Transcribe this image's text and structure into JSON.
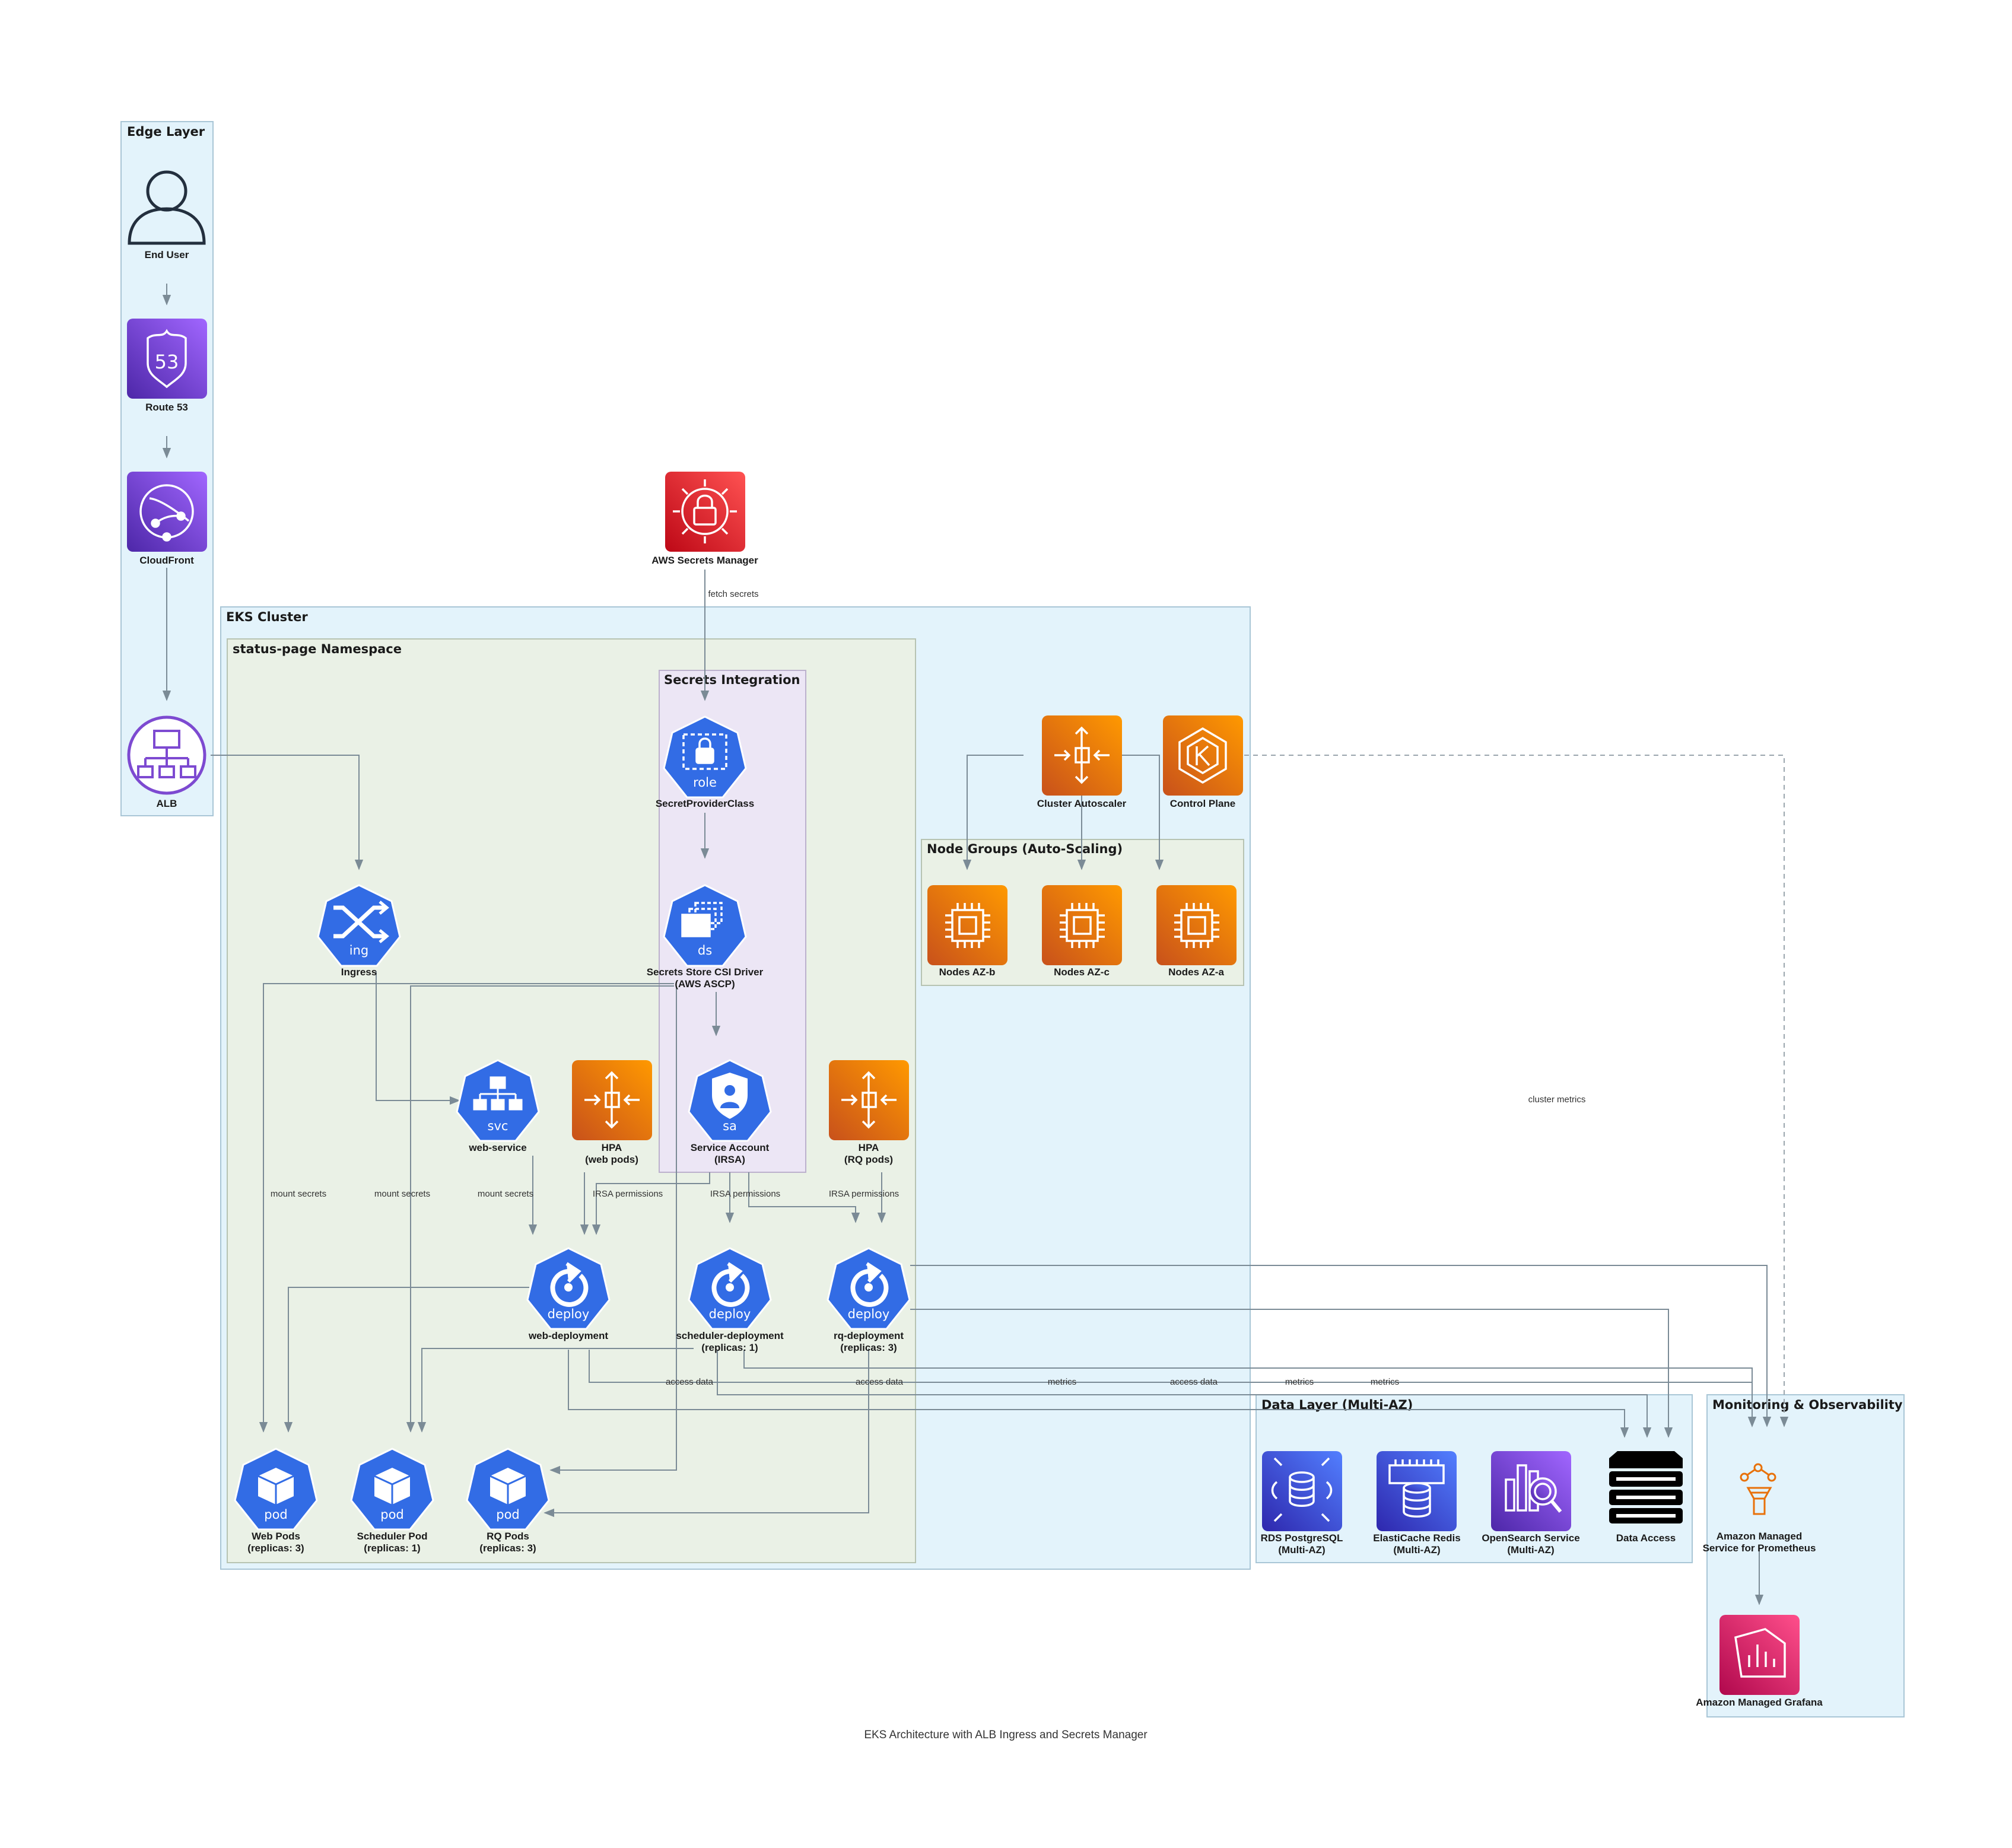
{
  "caption": "EKS Architecture with ALB Ingress and Secrets Manager",
  "colors": {
    "k8s_blue": "#326ce5",
    "aws_orange": "#e8710a",
    "aws_purple": "#7d4ad1",
    "aws_red": "#d6232f",
    "aws_pink": "#d61f6b",
    "aws_db_blue": "#3b48cc",
    "edge": "#7b8b96"
  },
  "clusters": {
    "edge_layer": "Edge Layer",
    "eks_cluster": "EKS Cluster",
    "namespace": "status-page Namespace",
    "secrets_integration": "Secrets Integration",
    "node_groups": "Node Groups (Auto-Scaling)",
    "data_layer": "Data Layer (Multi-AZ)",
    "monitoring": "Monitoring & Observability"
  },
  "nodes": {
    "end_user": {
      "label": "End User",
      "icon": "user-icon"
    },
    "route53": {
      "label": "Route 53",
      "icon": "route53-icon"
    },
    "cloudfront": {
      "label": "CloudFront",
      "icon": "cloudfront-icon"
    },
    "alb": {
      "label": "ALB",
      "icon": "load-balancer-icon"
    },
    "secrets_manager": {
      "label": "AWS Secrets Manager",
      "icon": "secrets-manager-icon"
    },
    "secret_provider_class": {
      "label": "SecretProviderClass",
      "badge": "role",
      "icon": "lock-icon"
    },
    "csi_driver": {
      "label_1": "Secrets Store CSI Driver",
      "label_2": "(AWS ASCP)",
      "badge": "ds",
      "icon": "daemonset-icon"
    },
    "service_account": {
      "label_1": "Service Account",
      "label_2": "(IRSA)",
      "badge": "sa",
      "icon": "service-account-icon"
    },
    "ingress": {
      "label": "Ingress",
      "badge": "ing",
      "icon": "ingress-icon"
    },
    "web_service": {
      "label": "web-service",
      "badge": "svc",
      "icon": "service-icon"
    },
    "hpa_web": {
      "label_1": "HPA",
      "label_2": "(web pods)",
      "icon": "autoscaling-icon"
    },
    "hpa_rq": {
      "label_1": "HPA",
      "label_2": "(RQ pods)",
      "icon": "autoscaling-icon"
    },
    "web_deployment": {
      "label": "web-deployment",
      "badge": "deploy",
      "icon": "deployment-icon"
    },
    "scheduler_deployment": {
      "label_1": "scheduler-deployment",
      "label_2": "(replicas: 1)",
      "badge": "deploy",
      "icon": "deployment-icon"
    },
    "rq_deployment": {
      "label_1": "rq-deployment",
      "label_2": "(replicas: 3)",
      "badge": "deploy",
      "icon": "deployment-icon"
    },
    "web_pods": {
      "label_1": "Web Pods",
      "label_2": "(replicas: 3)",
      "badge": "pod",
      "icon": "pod-icon"
    },
    "scheduler_pod": {
      "label_1": "Scheduler Pod",
      "label_2": "(replicas: 1)",
      "badge": "pod",
      "icon": "pod-icon"
    },
    "rq_pods": {
      "label_1": "RQ Pods",
      "label_2": "(replicas: 3)",
      "badge": "pod",
      "icon": "pod-icon"
    },
    "cluster_autoscaler": {
      "label": "Cluster Autoscaler",
      "icon": "autoscaling-icon"
    },
    "control_plane": {
      "label": "Control Plane",
      "icon": "eks-icon"
    },
    "nodes_az_b": {
      "label": "Nodes AZ-b",
      "icon": "ec2-chip-icon"
    },
    "nodes_az_c": {
      "label": "Nodes AZ-c",
      "icon": "ec2-chip-icon"
    },
    "nodes_az_a": {
      "label": "Nodes AZ-a",
      "icon": "ec2-chip-icon"
    },
    "rds": {
      "label_1": "RDS PostgreSQL",
      "label_2": "(Multi-AZ)",
      "icon": "rds-icon"
    },
    "elasticache": {
      "label_1": "ElastiCache Redis",
      "label_2": "(Multi-AZ)",
      "icon": "elasticache-icon"
    },
    "opensearch": {
      "label_1": "OpenSearch Service",
      "label_2": "(Multi-AZ)",
      "icon": "opensearch-icon"
    },
    "data_access": {
      "label": "Data Access",
      "icon": "server-stack-icon"
    },
    "prometheus": {
      "label_1": "Amazon Managed",
      "label_2": "Service for Prometheus",
      "icon": "prometheus-icon"
    },
    "grafana": {
      "label": "Amazon Managed Grafana",
      "icon": "grafana-icon"
    }
  },
  "edge_labels": {
    "fetch_secrets": "fetch secrets",
    "mount_secrets": "mount secrets",
    "irsa_permissions": "IRSA permissions",
    "access_data": "access data",
    "metrics": "metrics",
    "cluster_metrics": "cluster metrics"
  }
}
